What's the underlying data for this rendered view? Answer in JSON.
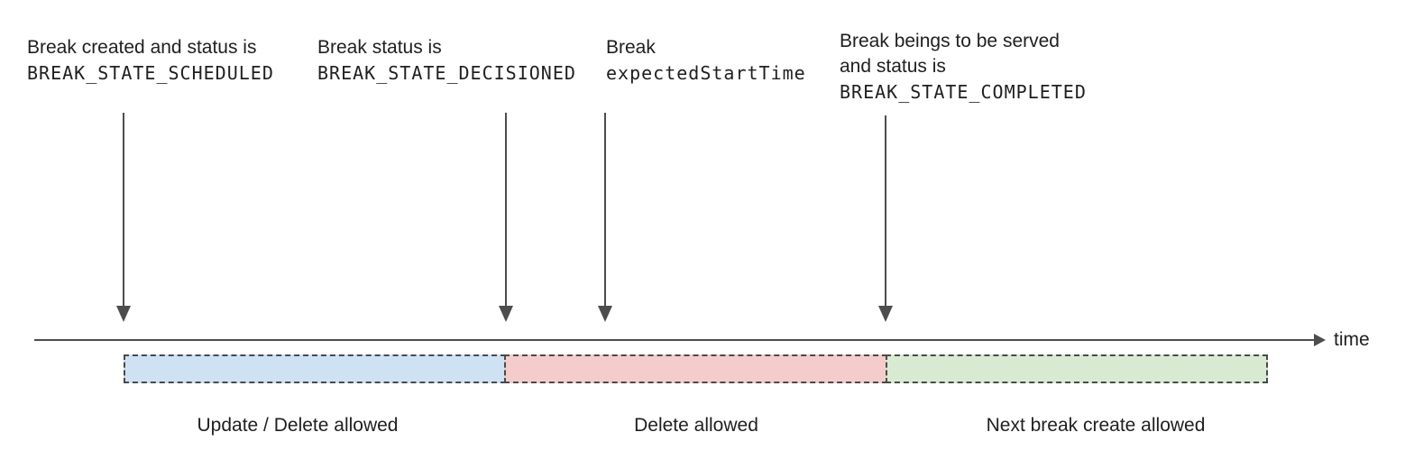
{
  "diagram": {
    "annotations": [
      {
        "line1": "Break created and status is",
        "line2": "BREAK_STATE_SCHEDULED"
      },
      {
        "line1": "Break status is",
        "line2": "BREAK_STATE_DECISIONED"
      },
      {
        "line1": "Break",
        "line2": "expectedStartTime"
      },
      {
        "line1": "Break beings to be served",
        "line2": "and status is",
        "line3": "BREAK_STATE_COMPLETED"
      }
    ],
    "axis_label": "time",
    "segments": [
      {
        "label": "Update / Delete allowed",
        "color": "#cfe2f3"
      },
      {
        "label": "Delete allowed",
        "color": "#f4cccc"
      },
      {
        "label": "Next break create allowed",
        "color": "#d9ead3"
      }
    ],
    "colors": {
      "arrow": "#4d4d4d",
      "dashed_border": "#4a4a4a",
      "text": "#1f1f1f"
    }
  }
}
